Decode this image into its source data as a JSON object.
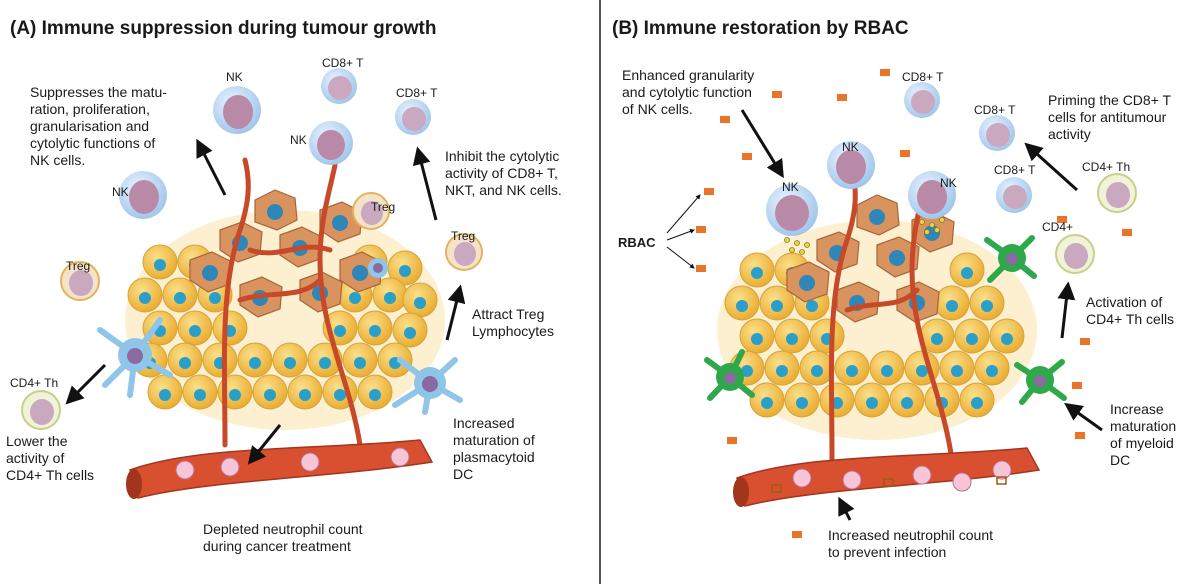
{
  "panel_a": {
    "title": "(A) Immune suppression during tumour growth",
    "cell_labels": {
      "nk_top": "NK",
      "nk_mid": "NK",
      "nk_left": "NK",
      "cd8_top": "CD8+ T",
      "cd8_right": "CD8+ T",
      "treg_a": "Treg",
      "treg_b": "Treg",
      "treg_left": "Treg",
      "cd4": "CD4+ Th"
    },
    "annotations": {
      "nk_effect": "Suppresses the matu-\nration, proliferation,\ngranularisation and\ncytolytic functions of\nNK cells.",
      "cytolytic": "Inhibit the cytolytic\nactivity of CD8+ T,\nNKT, and NK cells.",
      "treg": "Attract Treg\nLymphocytes",
      "dc": "Increased\nmaturation of\nplasmacytoid\nDC",
      "cd4": "Lower the\nactivity of\nCD4+ Th cells",
      "neutrophil": "Depleted neutrophil count\nduring cancer treatment"
    }
  },
  "panel_b": {
    "title": "(B) Immune restoration by RBAC",
    "rbac_label": "RBAC",
    "cell_labels": {
      "nk_a": "NK",
      "nk_b": "NK",
      "nk_c": "NK",
      "cd8_a": "CD8+ T",
      "cd8_b": "CD8+ T",
      "cd8_c": "CD8+ T",
      "cd4_th": "CD4+ Th",
      "cd4": "CD4+"
    },
    "annotations": {
      "nk": "Enhanced granularity\nand cytolytic function\nof NK cells.",
      "priming": "Priming the CD8+ T\ncells for antitumour\nactivity",
      "cd4": "Activation of\nCD4+ Th cells",
      "myeloid": "Increase\nmaturation\nof myeloid\nDC",
      "neutrophil": "Increased neutrophil count\nto prevent infection"
    }
  },
  "colors": {
    "tumour_cell": "#f2c244",
    "nucleus": "#2a9fc9",
    "vessel": "#d8502f",
    "nk_cell": "#b98aa8",
    "pdc": "#8ec5e8",
    "myeloid_dc": "#2ea84a",
    "rbac": "#e8752a"
  }
}
